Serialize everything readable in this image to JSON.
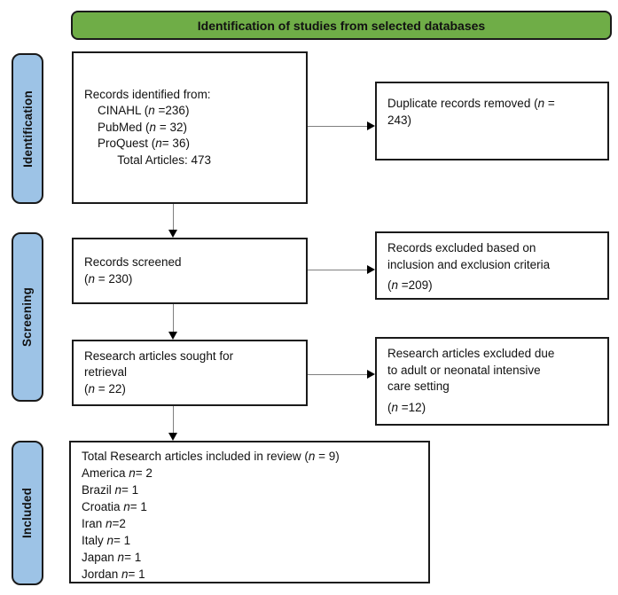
{
  "colors": {
    "banner_green": "#6fad47",
    "stage_blue": "#9dc3e6",
    "border_black": "#1a1a1a",
    "arrow_gray": "#7f7f7f"
  },
  "header": {
    "title": "Identification of studies from selected databases"
  },
  "stages": {
    "identification": "Identification",
    "screening": "Screening",
    "included": "Included"
  },
  "boxes": {
    "records_identified": {
      "lines": [
        "Records identified from:",
        "    CINAHL (n =236)",
        "    PubMed (n = 32)",
        "    ProQuest (n= 36)",
        "          Total Articles: 473"
      ]
    },
    "duplicates_removed": {
      "lines": [
        "Duplicate records removed (n =",
        "243)"
      ]
    },
    "records_screened": {
      "lines": [
        "Records screened",
        "(n = 230)"
      ]
    },
    "records_excluded": {
      "lines": [
        "Records excluded based on",
        "inclusion and exclusion criteria",
        "(n =209)"
      ]
    },
    "sought_retrieval": {
      "lines": [
        "Research articles sought for",
        "retrieval",
        "(n = 22)"
      ]
    },
    "articles_excluded": {
      "lines": [
        "Research articles excluded due",
        "to adult or neonatal intensive",
        "care setting",
        "(n =12)"
      ]
    },
    "included_review": {
      "lines": [
        "Total Research articles included in review (n = 9)",
        "America n= 2",
        "Brazil n= 1",
        "Croatia n= 1",
        "Iran n=2",
        "Italy n= 1",
        "Japan n= 1",
        "Jordan n= 1"
      ]
    }
  }
}
